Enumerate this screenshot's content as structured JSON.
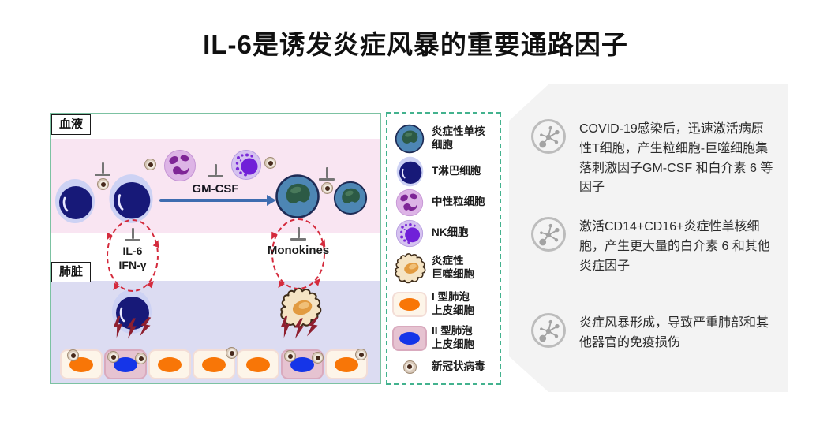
{
  "title": "IL-6是诱发炎症风暴的重要通路因子",
  "diagram": {
    "blood_label": "血液",
    "lung_label": "肺脏",
    "gm_csf_label": "GM-CSF",
    "cycle_left_line1": "IL-6",
    "cycle_left_line2": "IFN-γ",
    "cycle_right_label": "Monokines"
  },
  "legend": {
    "items": [
      {
        "name": "inflammatory-monocyte",
        "label": "炎症性单核细胞"
      },
      {
        "name": "t-lymphocyte",
        "label": "T淋巴细胞"
      },
      {
        "name": "neutrophil",
        "label": "中性粒细胞"
      },
      {
        "name": "nk-cell",
        "label": "NK细胞"
      },
      {
        "name": "inflammatory-macrophage",
        "label": "炎症性\n巨噬细胞"
      },
      {
        "name": "type1-alveolar-epithelial-cell",
        "label": "I 型肺泡\n上皮细胞"
      },
      {
        "name": "type2-alveolar-epithelial-cell",
        "label": "II 型肺泡\n上皮细胞"
      },
      {
        "name": "novel-coronavirus",
        "label": "新冠状病毒"
      }
    ]
  },
  "steps": [
    {
      "text": "COVID-19感染后，迅速激活病原性T细胞，产生粒细胞-巨噬细胞集落刺激因子GM-CSF 和白介素 6 等因子"
    },
    {
      "text": "激活CD14+CD16+炎症性单核细胞，产生更大量的白介素 6 和其他炎症因子"
    },
    {
      "text": "炎症风暴形成，导致严重肺部和其他器官的免疫损伤"
    }
  ],
  "colors": {
    "diagram_border_green": "#7cc2a2",
    "legend_dashed_border": "#43b28e",
    "blood_band_pink": "#f9e5f2",
    "lung_band_lavender": "#dcdcf2",
    "panel_gray": "#f3f3f3",
    "arrow_blue": "#3e6cb0",
    "cycle_red": "#d42a3c",
    "damage_dark_red": "#8e1f2f",
    "monocyte_blue": "#4d86b4",
    "monocyte_nucleus_teal": "#2c5a45",
    "t_cell_navy": "#171978",
    "macrophage_beige": "#f5e4c4",
    "type1_nucleus_orange": "#f87607",
    "type2_nucleus_blue": "#1535e8"
  }
}
